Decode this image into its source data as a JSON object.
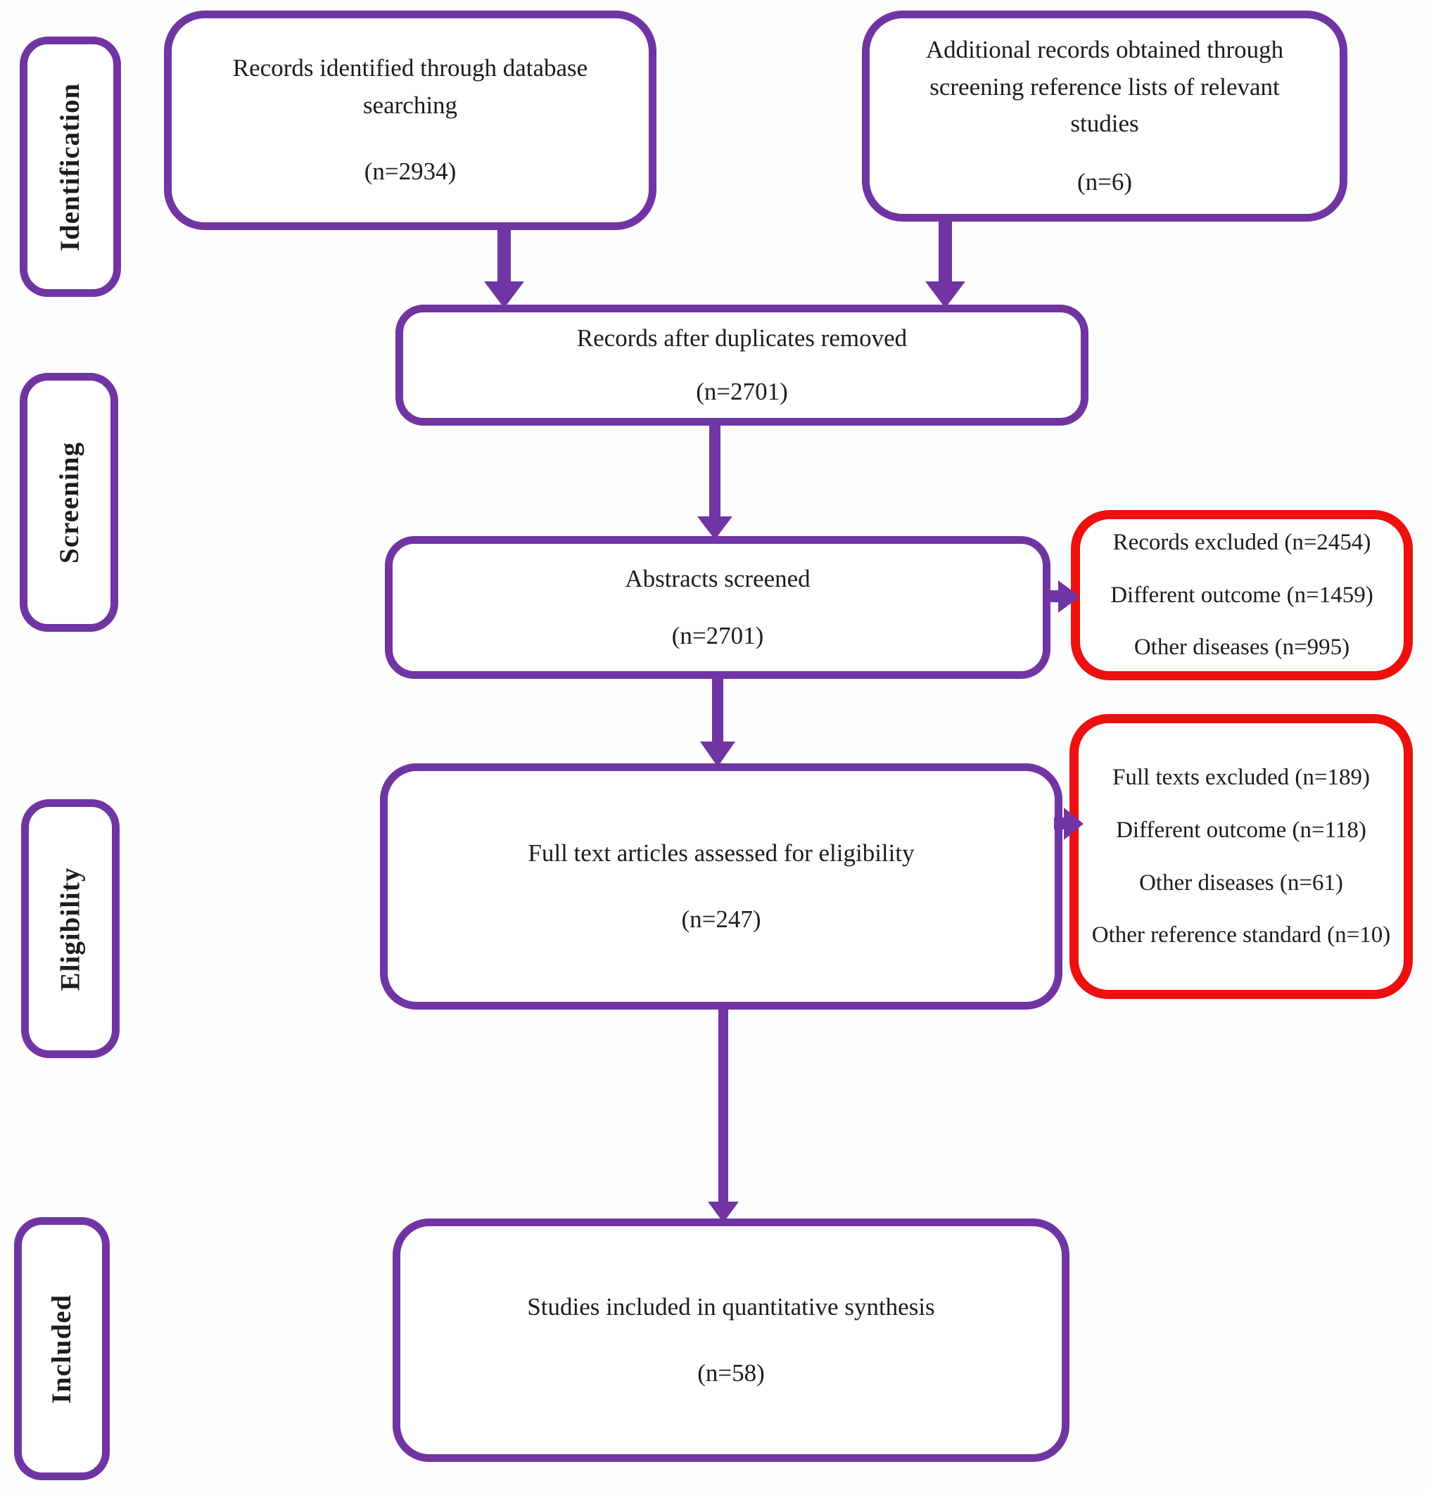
{
  "colors": {
    "purple": "#7134a3",
    "red": "#ec100e",
    "text": "#1c1c1c"
  },
  "stages": {
    "identification": "Identification",
    "screening": "Screening",
    "eligibility": "Eligibility",
    "included": "Included"
  },
  "boxes": {
    "database": {
      "label": "Records identified through database searching",
      "count": "(n=2934)"
    },
    "additional": {
      "label": "Additional records obtained through screening reference lists of relevant studies",
      "count": "(n=6)"
    },
    "duplicates": {
      "label": "Records after duplicates removed",
      "count": "(n=2701)"
    },
    "abstracts": {
      "label": "Abstracts screened",
      "count": "(n=2701)"
    },
    "fulltext": {
      "label": "Full text articles assessed for eligibility",
      "count": "(n=247)"
    },
    "included_studies": {
      "label": "Studies included in quantitative synthesis",
      "count": "(n=58)"
    }
  },
  "exclusions": {
    "records": {
      "items": [
        "Records excluded (n=2454)",
        "Different outcome (n=1459)",
        "Other diseases (n=995)"
      ]
    },
    "fulltexts": {
      "items": [
        "Full texts excluded (n=189)",
        "Different outcome (n=118)",
        "Other diseases (n=61)",
        "Other reference standard (n=10)"
      ]
    }
  }
}
